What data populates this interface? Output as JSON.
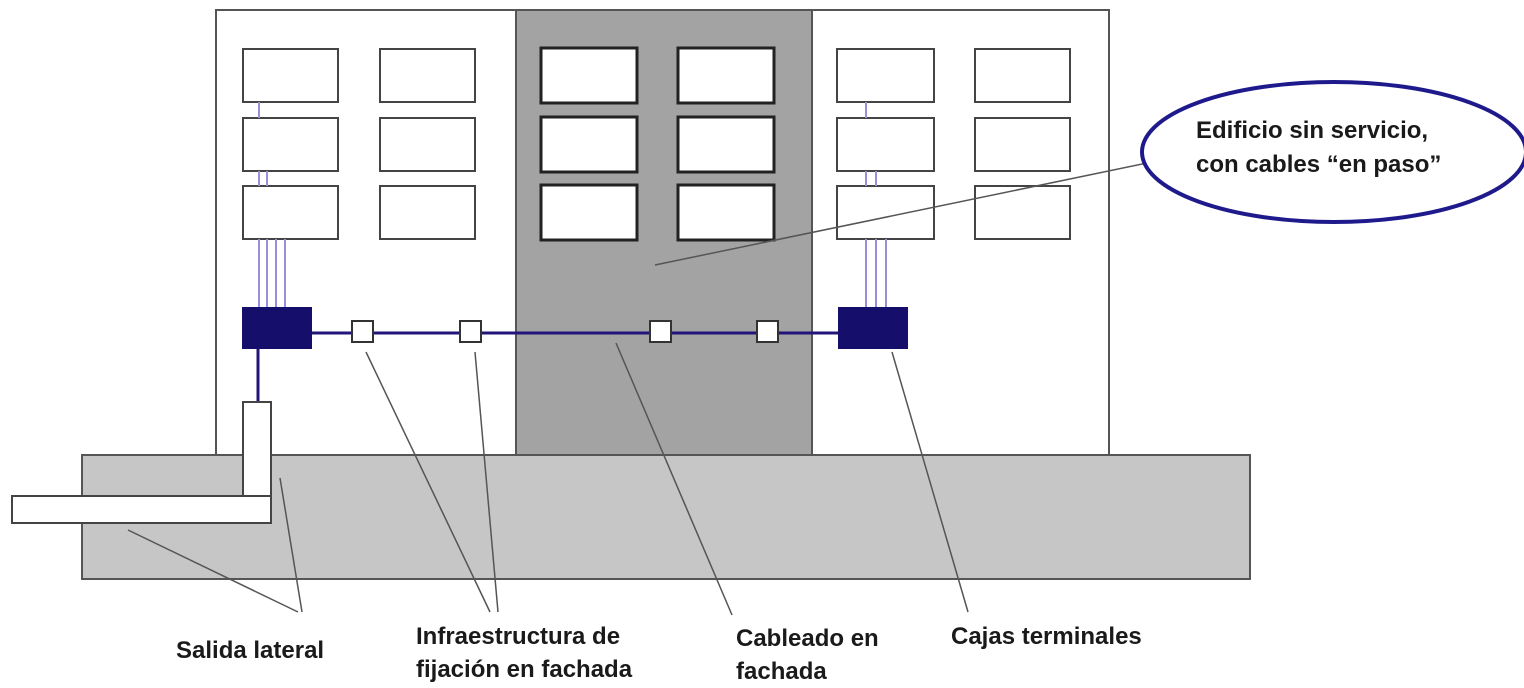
{
  "callout": {
    "line1": "Edificio sin servicio,",
    "line2": "con cables “en paso”"
  },
  "labels": {
    "salida_lateral": "Salida lateral",
    "infraestructura_line1": "Infraestructura de",
    "infraestructura_line2": "fijación en fachada",
    "cableado_line1": "Cableado en",
    "cableado_line2": "fachada",
    "cajas": "Cajas terminales"
  },
  "colors": {
    "cable": "#21157a",
    "box_fill": "#150f6b",
    "riser": "#9a8fd6",
    "center_building": "#a3a3a3",
    "ground": "#c6c6c6",
    "callout_border": "#1f1a8c"
  }
}
